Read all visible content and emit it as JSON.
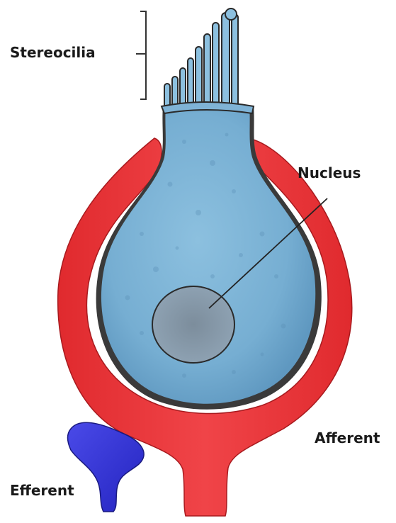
{
  "labels": {
    "stereocilia": "Stereocilia",
    "nucleus": "Nucleus",
    "afferent": "Afferent",
    "efferent": "Efferent"
  },
  "colors": {
    "cell_body": "#7fb3d6",
    "nucleus": "#7f96aa",
    "afferent_nerve": "#e8373a",
    "efferent_nerve": "#3a3ad4",
    "outline": "#2a2a2a"
  }
}
